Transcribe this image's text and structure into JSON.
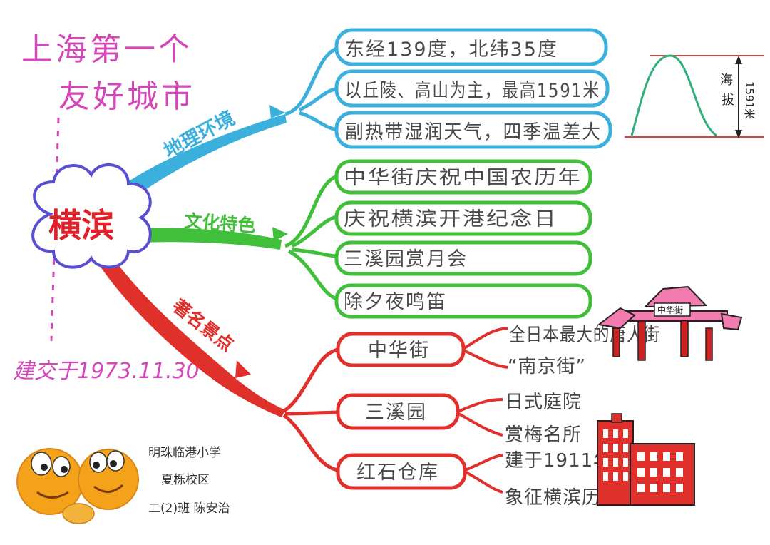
{
  "title": {
    "line1": "上海第一个",
    "line2": "友好城市",
    "color": "#d447b8"
  },
  "center": {
    "label": "横滨",
    "text_color": "#e0202a",
    "cloud_color": "#5a4fd0"
  },
  "established": "建交于1973.11.30",
  "branches": [
    {
      "label": "地理环境",
      "color": "#3bb0dc",
      "items": [
        "东经139度，北纬35度",
        "以丘陵、高山为主，最高1591米",
        "副热带湿润天气，四季温差大"
      ]
    },
    {
      "label": "文化特色",
      "color": "#3fbf3a",
      "items": [
        "中华街庆祝中国农历年",
        "庆祝横滨开港纪念日",
        "三溪园赏月会",
        "除夕夜鸣笛"
      ]
    },
    {
      "label": "著名景点",
      "color": "#e0302c",
      "items": [
        {
          "label": "中华街",
          "details": [
            "全日本最大的唐人街",
            "“南京街”"
          ]
        },
        {
          "label": "三溪园",
          "details": [
            "日式庭院",
            "赏梅名所"
          ]
        },
        {
          "label": "红石仓库",
          "details": [
            "建于1911年",
            "象征横滨历史"
          ]
        }
      ]
    }
  ],
  "elevation_diagram": {
    "label_top": "海",
    "label_bottom": "拔",
    "value": "1591米",
    "curve_color": "#2fb07a",
    "line_color": "#e04040"
  },
  "gate_sign": "中华街",
  "credit": {
    "school": "明珠临港小学",
    "campus": "夏栎校区",
    "author": "二(2)班  陈安治"
  },
  "icons": [
    "mountain-elevation-icon",
    "chinatown-gate-icon",
    "red-brick-warehouse-icon",
    "smiley-friends-icon"
  ]
}
